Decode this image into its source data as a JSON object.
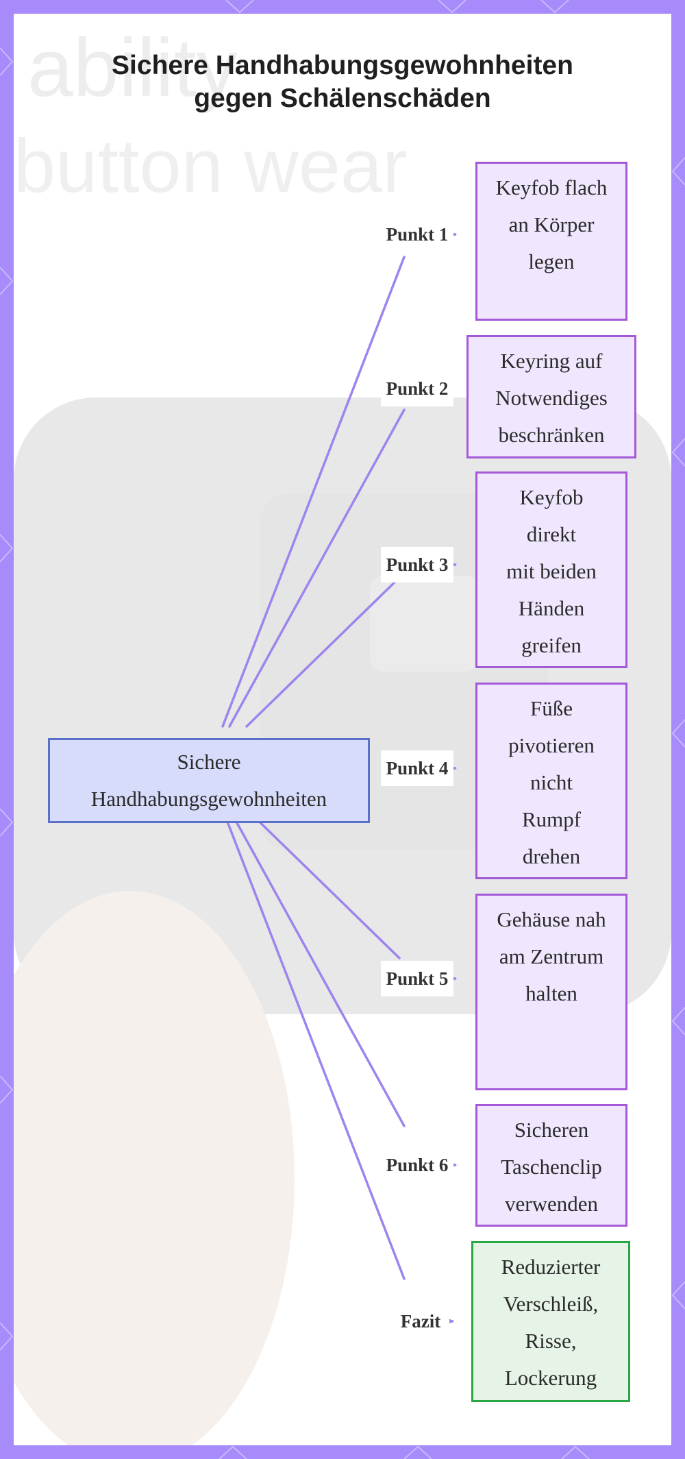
{
  "diagram": {
    "title_lines": [
      "Sichere Handhabungsgewohnheiten",
      "gegen Schälenschäden"
    ],
    "center_lines": [
      "Sichere",
      "Handhabungsgewohnheiten"
    ],
    "nodes": [
      {
        "label": "Punkt 1",
        "lines": [
          "Keyfob flach",
          "an Körper",
          "legen"
        ]
      },
      {
        "label": "Punkt 2",
        "lines": [
          "Keyring auf",
          "Notwendiges",
          "beschränken"
        ]
      },
      {
        "label": "Punkt 3",
        "lines": [
          "Keyfob",
          "direkt",
          "mit beiden",
          "Händen",
          "greifen"
        ]
      },
      {
        "label": "Punkt 4",
        "lines": [
          "Füße",
          "pivotieren",
          "nicht",
          "Rumpf",
          "drehen"
        ]
      },
      {
        "label": "Punkt 5",
        "lines": [
          "Gehäuse nah",
          "am Zentrum",
          "halten"
        ]
      },
      {
        "label": "Punkt 6",
        "lines": [
          "Sicheren",
          "Taschenclip",
          "verwenden"
        ]
      },
      {
        "label": "Fazit",
        "lines": [
          "Reduzierter",
          "Verschleiß,",
          "Risse,",
          "Lockerung"
        ]
      }
    ],
    "colors": {
      "frame": "#a78bfa",
      "edge": "#9d84ee",
      "point_fill": "#f0e7fe",
      "point_border": "#a459d8",
      "center_fill": "#d8dcfb",
      "center_border": "#5b70c8",
      "result_fill": "#e6f4e7",
      "result_border": "#2aa645"
    }
  }
}
